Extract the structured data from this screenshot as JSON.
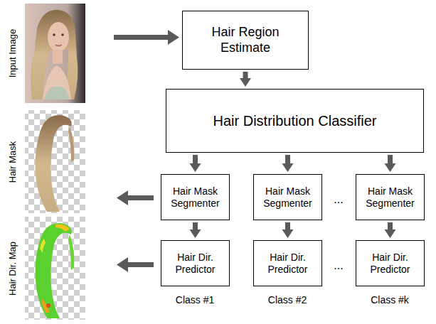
{
  "diagram": {
    "nodes": [
      {
        "text": [
          "Hair Region Estimate"
        ]
      },
      {
        "text": [
          "Hair Distribution Classifier"
        ]
      },
      {
        "text": [
          "Hair Mask Segmenter"
        ]
      },
      {
        "text": [
          "Hair Mask Segmenter"
        ]
      },
      {
        "text": [
          "Hair Mask Segmenter"
        ]
      },
      {
        "text": [
          "Hair Dir. Predictor"
        ]
      },
      {
        "text": [
          "Hair Dir. Predictor"
        ]
      },
      {
        "text": [
          "Hair Dir. Predictor"
        ]
      }
    ],
    "edges": [
      {
        "from": 0,
        "to": 1,
        "arrow": "to"
      },
      {
        "from": 1,
        "to": 2,
        "arrow": "to"
      },
      {
        "from": 1,
        "to": 3,
        "arrow": "to"
      },
      {
        "from": 1,
        "to": 4,
        "arrow": "to"
      },
      {
        "from": 2,
        "to": 5,
        "arrow": "to"
      },
      {
        "from": 3,
        "to": 6,
        "arrow": "to"
      },
      {
        "from": 4,
        "to": 7,
        "arrow": "to"
      }
    ],
    "labels": [
      "Input Image",
      "Hair Mask",
      "Hair Dir. Map",
      "...",
      "...",
      "Class #1",
      "Class #2",
      "Class #k"
    ]
  }
}
